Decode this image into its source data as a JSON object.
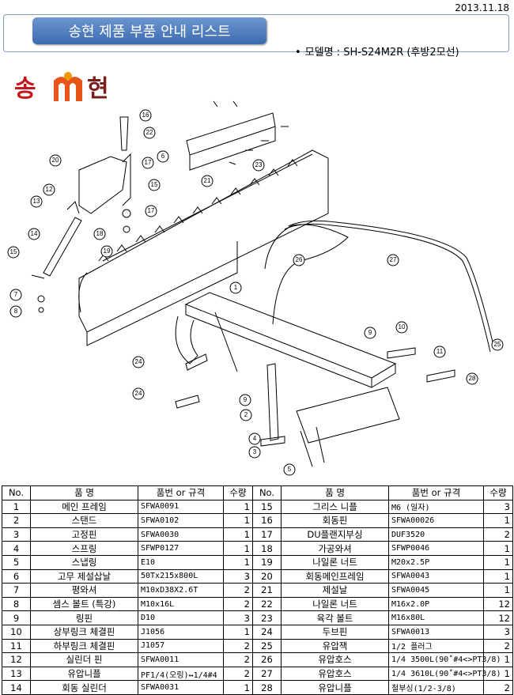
{
  "date": "2013.11.18",
  "title": "송현 제품 부품 안내 리스트",
  "model_label": "모델명 : SH-S24M2R (후방2모선)",
  "logo_text": "송현",
  "table": {
    "headers": [
      "No.",
      "품    명",
      "품번 or 규격",
      "수량",
      "No.",
      "품    명",
      "품번 or 규격",
      "수량"
    ],
    "rows": [
      [
        "1",
        "메인 프레임",
        "SFWA0091",
        "1",
        "15",
        "그리스 니플",
        "M6 (일자)",
        "3"
      ],
      [
        "2",
        "스탠드",
        "SFWA0102",
        "1",
        "16",
        "회동핀",
        "SFWA00026",
        "1"
      ],
      [
        "3",
        "고정핀",
        "SFWA0030",
        "1",
        "17",
        "DU플랜지부싱",
        "DUF3520",
        "2"
      ],
      [
        "4",
        "스프링",
        "SFWP0127",
        "1",
        "18",
        "가공와셔",
        "SFWP0046",
        "1"
      ],
      [
        "5",
        "스냅링",
        "E10",
        "1",
        "19",
        "나일론 너트",
        "M20x2.5P",
        "1"
      ],
      [
        "6",
        "고무 제설삽날",
        "50Tx215x800L",
        "3",
        "20",
        "회동메인프레임",
        "SFWA0043",
        "1"
      ],
      [
        "7",
        "평와셔",
        "M10xD38X2.6T",
        "2",
        "21",
        "제설날",
        "SFWA0045",
        "1"
      ],
      [
        "8",
        "셈스 볼트 (특강)",
        "M10x16L",
        "2",
        "22",
        "나일론 너트",
        "M16x2.0P",
        "12"
      ],
      [
        "9",
        "링핀",
        "D10",
        "3",
        "23",
        "육각 볼트",
        "M16x80L",
        "12"
      ],
      [
        "10",
        "상부링크 체결핀",
        "J1056",
        "1",
        "24",
        "두브핀",
        "SFWA0013",
        "3"
      ],
      [
        "11",
        "하부링크 체결핀",
        "J1057",
        "2",
        "25",
        "유압잭",
        "1/2 플러그",
        "2"
      ],
      [
        "12",
        "실린더 핀",
        "SFWA0011",
        "2",
        "26",
        "유압호스",
        "1/4 3500L(90˚#4<>PT3/8)",
        "1"
      ],
      [
        "13",
        "유압니플",
        "PF1/4(오링)↔1/4#4",
        "2",
        "27",
        "유압호스",
        "1/4 3610L(90˚#4<>PT3/8)",
        "1"
      ],
      [
        "14",
        "회동 실린더",
        "SFWA0031",
        "1",
        "28",
        "유압니플",
        "철부싱(1/2-3/8)",
        "2"
      ]
    ]
  },
  "callouts": [
    "1",
    "2",
    "3",
    "4",
    "5",
    "6",
    "7",
    "8",
    "9",
    "9",
    "10",
    "11",
    "12",
    "13",
    "14",
    "15",
    "15",
    "16",
    "17",
    "17",
    "18",
    "19",
    "20",
    "21",
    "22",
    "23",
    "24",
    "24",
    "25",
    "26",
    "27",
    "28"
  ]
}
